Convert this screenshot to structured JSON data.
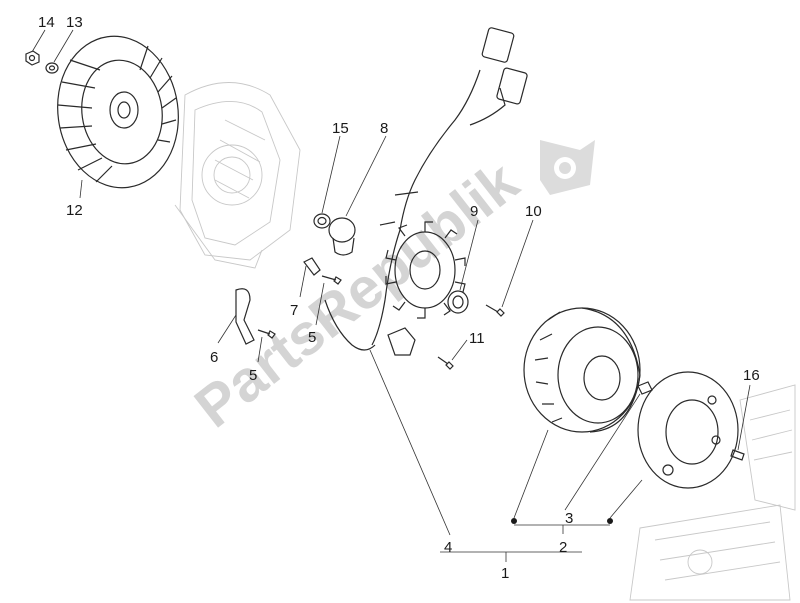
{
  "watermark": {
    "text": "PartsRepublik",
    "icon": "gear-flag-icon"
  },
  "labels": {
    "l1": "1",
    "l2": "2",
    "l3": "3",
    "l4": "4",
    "l5a": "5",
    "l5b": "5",
    "l6": "6",
    "l7": "7",
    "l8": "8",
    "l9": "9",
    "l10": "10",
    "l11": "11",
    "l12": "12",
    "l13": "13",
    "l14": "14",
    "l15": "15",
    "l16": "16"
  }
}
